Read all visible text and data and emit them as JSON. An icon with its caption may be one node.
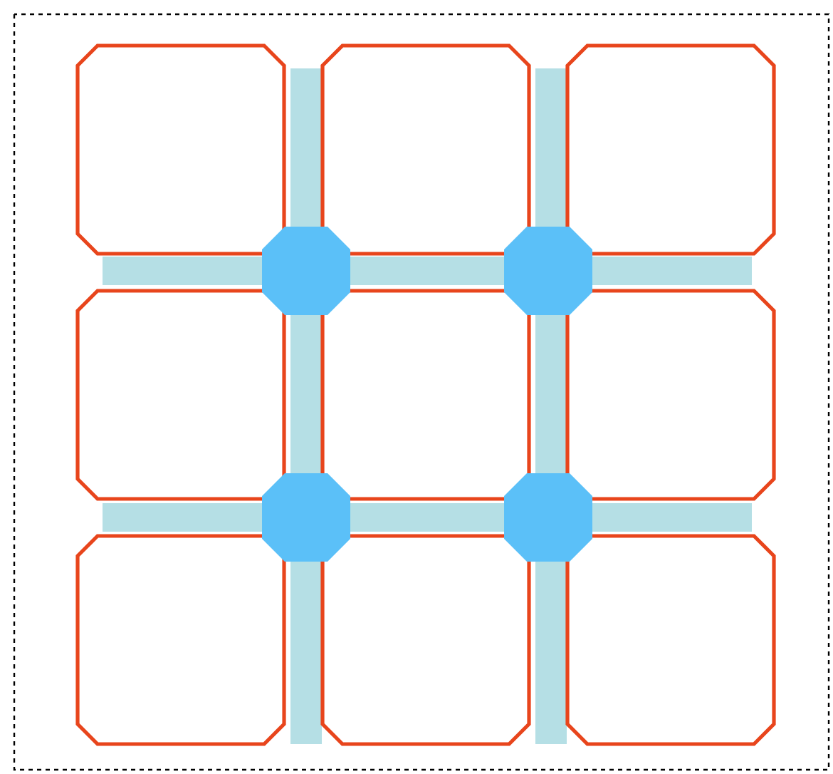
{
  "diagram": {
    "nodes": [
      {
        "text": [],
        "shape": "octagon"
      },
      {
        "text": [],
        "shape": "octagon"
      },
      {
        "text": [],
        "shape": "octagon"
      },
      {
        "text": [],
        "shape": "octagon"
      },
      {
        "text": [],
        "shape": "octagon"
      },
      {
        "text": [],
        "shape": "octagon"
      },
      {
        "text": [],
        "shape": "octagon"
      },
      {
        "text": [],
        "shape": "octagon"
      },
      {
        "text": [],
        "shape": "octagon"
      },
      {
        "text": [],
        "shape": "octagon"
      },
      {
        "text": [],
        "shape": "octagon"
      },
      {
        "text": [],
        "shape": "octagon"
      },
      {
        "text": [],
        "shape": "octagon"
      }
    ]
  }
}
